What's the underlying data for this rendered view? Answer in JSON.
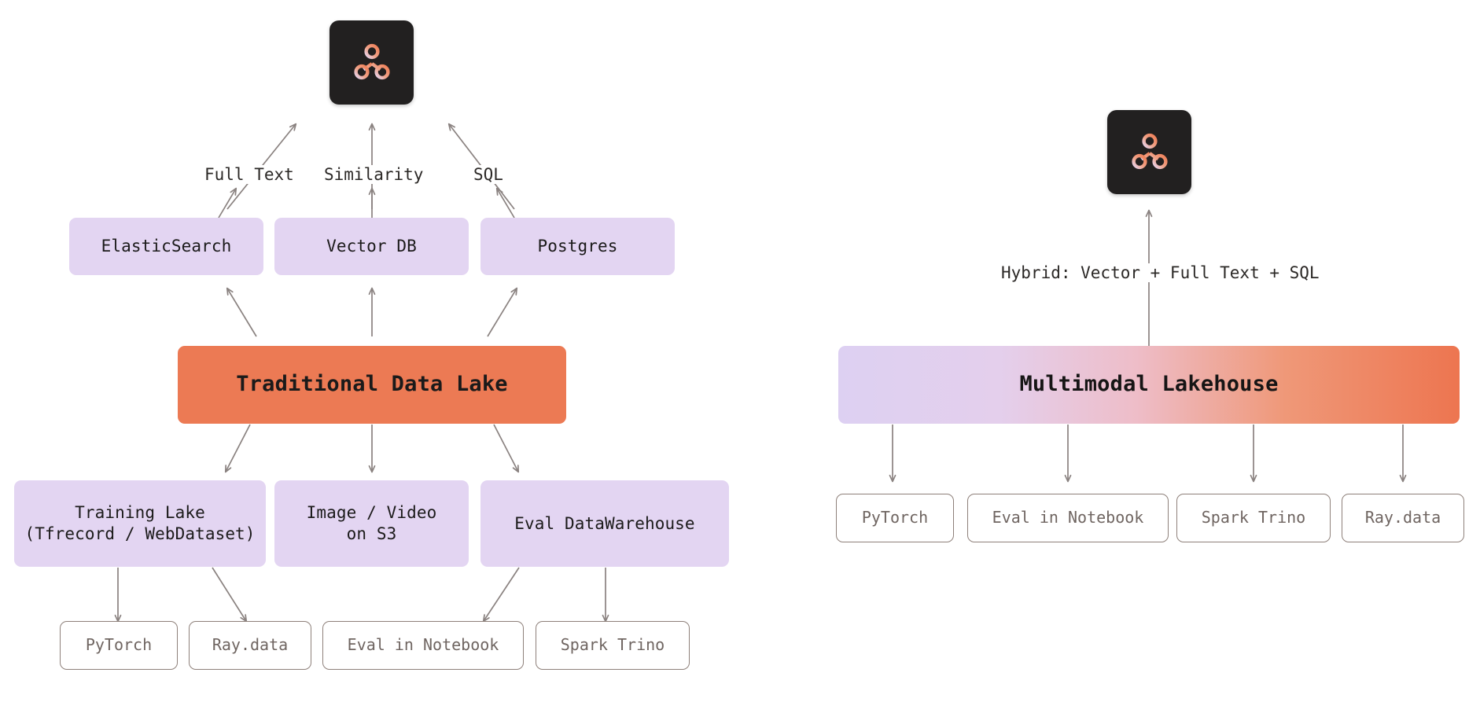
{
  "diagram": {
    "title": "Traditional Data Lake vs Multimodal Lakehouse architecture comparison",
    "colors": {
      "background": "#ffffff",
      "purple_box": "#e3d5f2",
      "orange_box": "#ec7a54",
      "gradient_start": "#ddd0f2",
      "gradient_end": "#ed7550",
      "outline_border": "#8e807a",
      "outline_text": "#6f6561",
      "arrow": "#8a8280",
      "logo_tile": "#222020",
      "text_dark": "#1b1a1a"
    }
  },
  "left": {
    "logo": {
      "name": "lancedb-logo"
    },
    "query_labels": [
      {
        "text": "Full Text"
      },
      {
        "text": "Similarity"
      },
      {
        "text": "SQL"
      }
    ],
    "stores": [
      {
        "text": "ElasticSearch"
      },
      {
        "text": "Vector DB"
      },
      {
        "text": "Postgres"
      }
    ],
    "hub": {
      "text": "Traditional Data Lake"
    },
    "storage": [
      {
        "text": "Training Lake\n(Tfrecord / WebDataset)"
      },
      {
        "text": "Image / Video\non S3"
      },
      {
        "text": "Eval DataWarehouse"
      }
    ],
    "consumers": [
      {
        "text": "PyTorch"
      },
      {
        "text": "Ray.data"
      },
      {
        "text": "Eval in Notebook"
      },
      {
        "text": "Spark Trino"
      }
    ]
  },
  "right": {
    "logo": {
      "name": "lancedb-logo"
    },
    "query_label": {
      "text": "Hybrid: Vector + Full Text + SQL"
    },
    "hub": {
      "text": "Multimodal Lakehouse"
    },
    "consumers": [
      {
        "text": "PyTorch"
      },
      {
        "text": "Eval in Notebook"
      },
      {
        "text": "Spark Trino"
      },
      {
        "text": "Ray.data"
      }
    ]
  }
}
